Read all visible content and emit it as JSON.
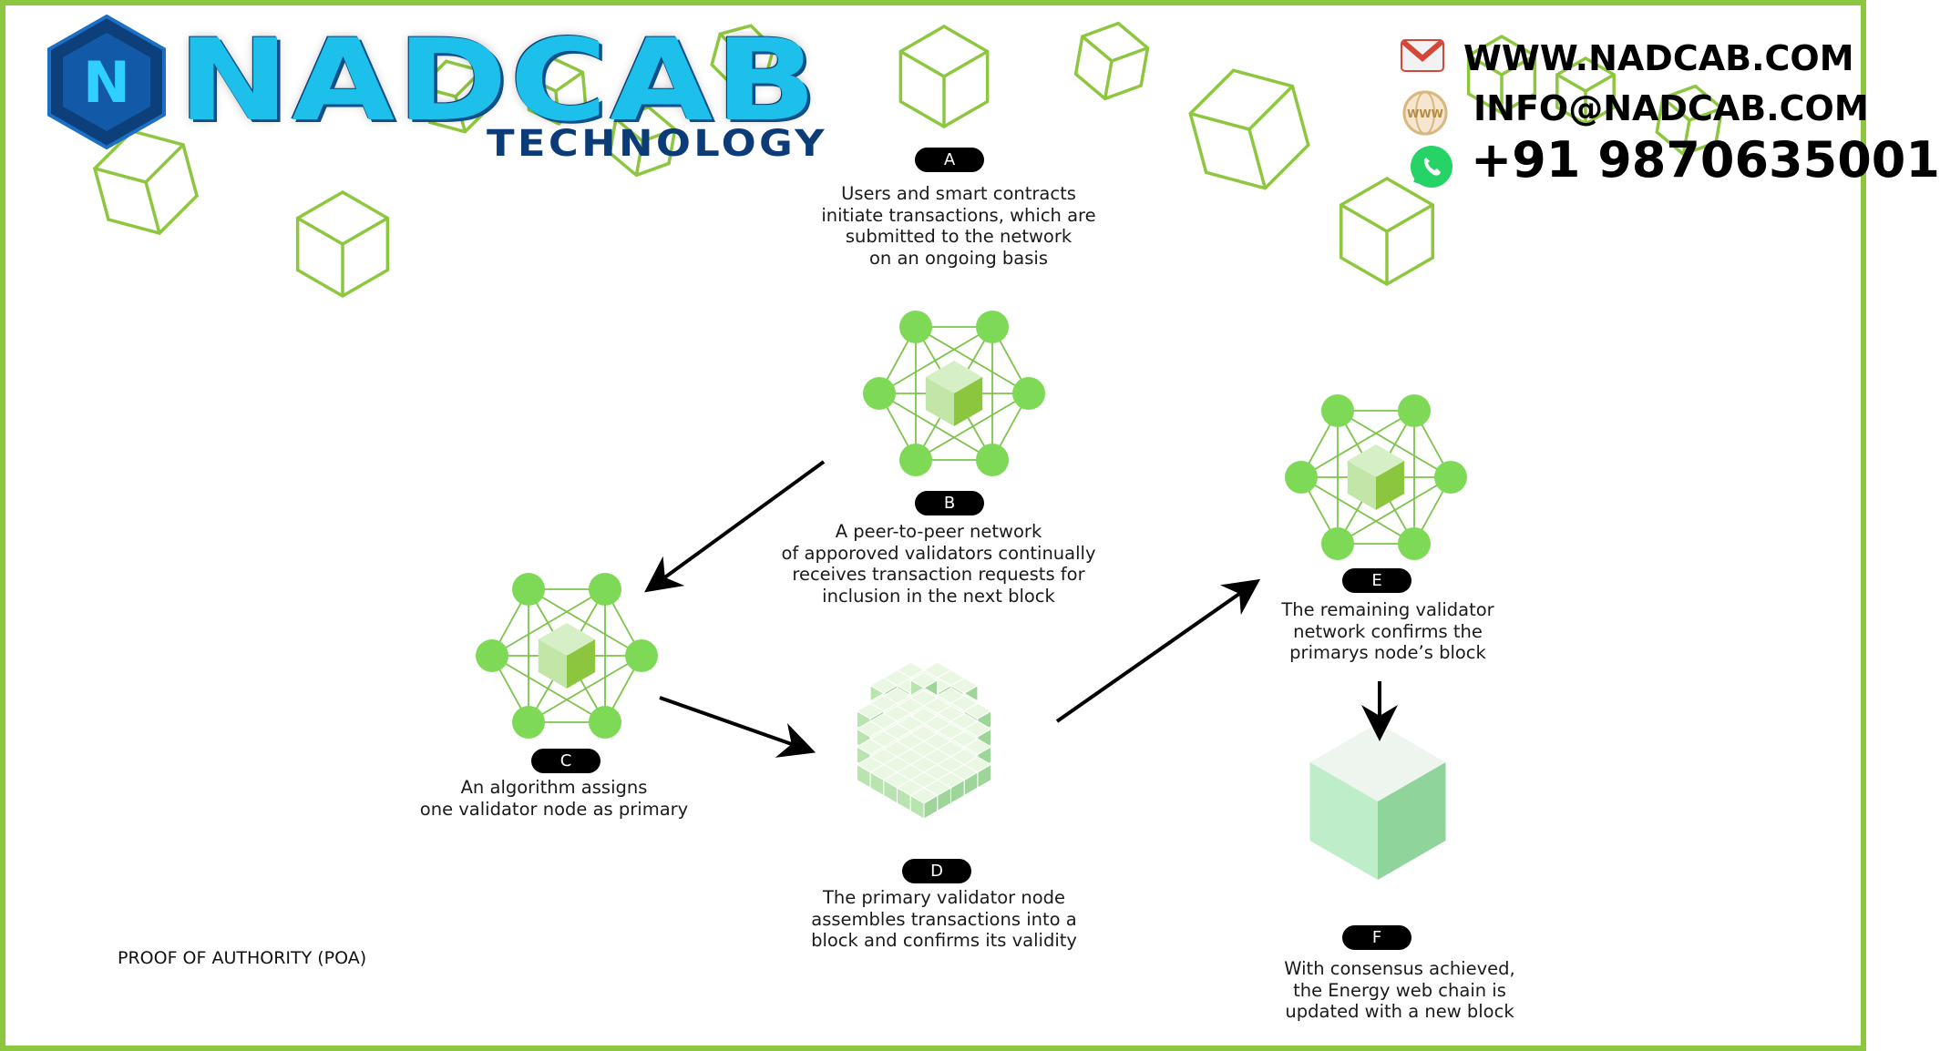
{
  "brand": {
    "name": "NADCAB",
    "subtitle": "TECHNOLOGY",
    "logo_letter": "N"
  },
  "contact": {
    "website": "WWW.NADCAB.COM",
    "email": "INFO@NADCAB.COM",
    "phone": "+91 9870635001",
    "website_icon_text": "WWW"
  },
  "colors": {
    "frame": "#8dc63f",
    "node": "#7ed957",
    "link": "#7cc44a",
    "cube_outline": "#8dc63f",
    "brand": "#1cc0ea",
    "pill": "#000000"
  },
  "icons": [
    "gmail-icon",
    "globe-www-icon",
    "whatsapp-icon"
  ],
  "diagram_title": "PROOF OF AUTHORITY  (POA)",
  "steps": {
    "a": {
      "label": "A",
      "lines": [
        "Users and smart contracts",
        "initiate transactions, which are",
        "submitted to the network",
        "on an ongoing basis"
      ]
    },
    "b": {
      "label": "B",
      "lines": [
        "A peer-to-peer network",
        "of apporoved validators continually",
        "receives transaction requests for",
        "inclusion in the next block"
      ]
    },
    "c": {
      "label": "C",
      "lines": [
        "An algorithm assigns",
        "one validator node as primary"
      ]
    },
    "d": {
      "label": "D",
      "lines": [
        "The primary validator node",
        "assembles transactions into a",
        "block and confirms its validity"
      ]
    },
    "e": {
      "label": "E",
      "lines": [
        "The remaining validator",
        "network confirms the",
        "primarys node’s block"
      ]
    },
    "f": {
      "label": "F",
      "lines": [
        "With consensus achieved,",
        "the Energy web chain is",
        "updated with a new block"
      ]
    }
  }
}
